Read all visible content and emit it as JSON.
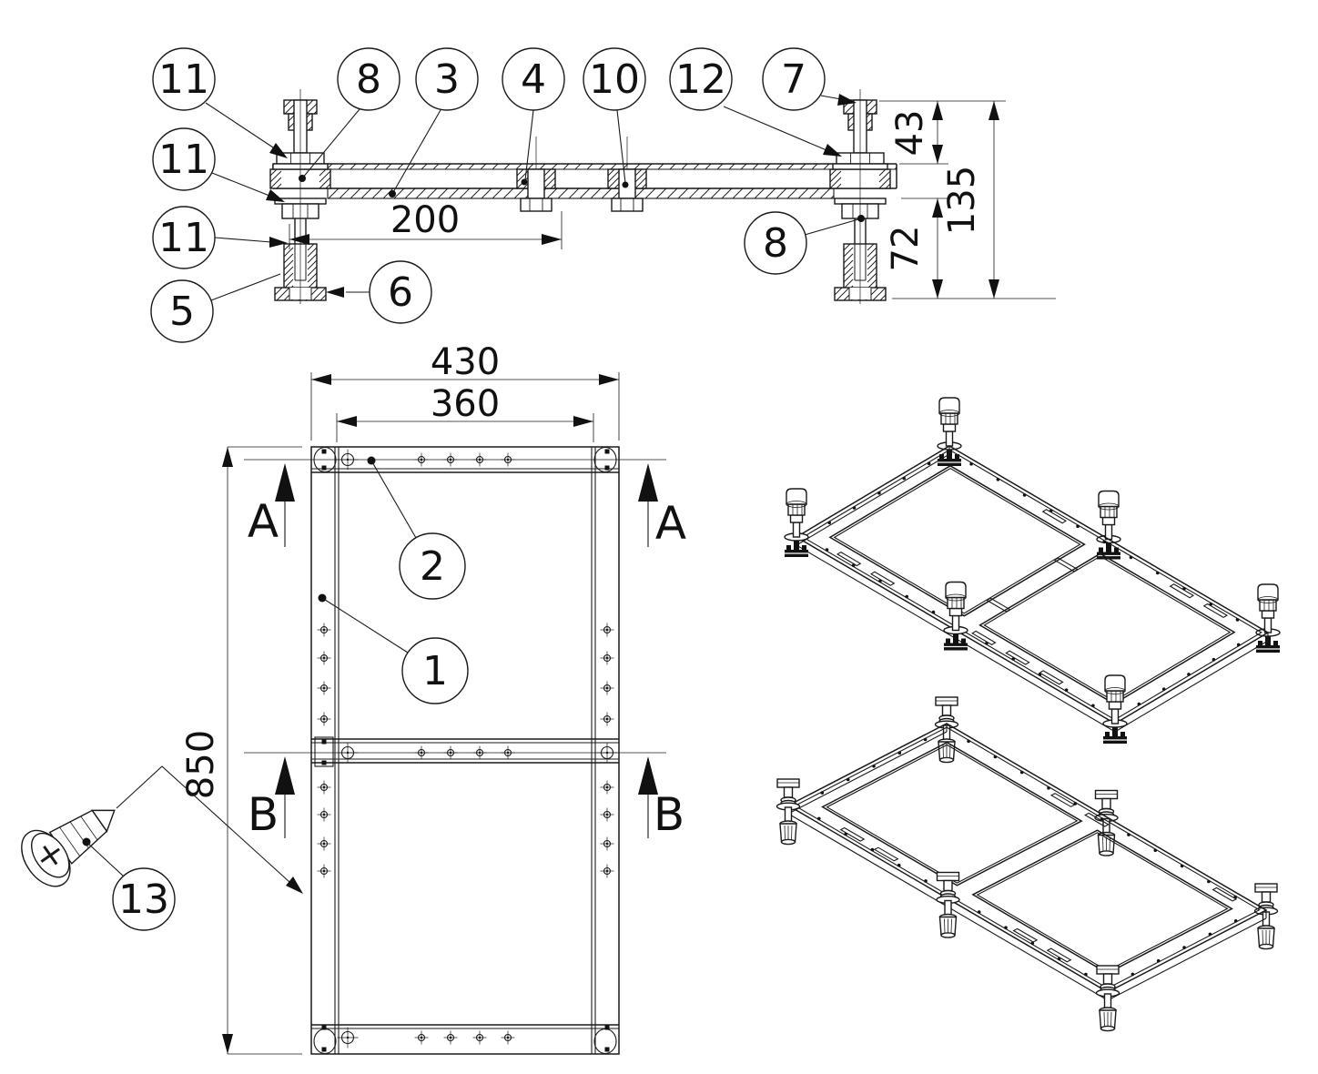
{
  "drawing_type": "technical-installation-drawing",
  "callouts": {
    "1": "1",
    "2": "2",
    "3": "3",
    "4": "4",
    "5": "5",
    "6": "6",
    "7": "7",
    "8": "8",
    "10": "10",
    "11": "11",
    "12": "12",
    "13": "13"
  },
  "dimensions": {
    "spacing": "200",
    "stud_height": "43",
    "foot_height": "72",
    "total_height": "135",
    "outer_width": "430",
    "inner_width": "360",
    "length": "850"
  },
  "section_labels": {
    "a": "A",
    "b": "B"
  }
}
